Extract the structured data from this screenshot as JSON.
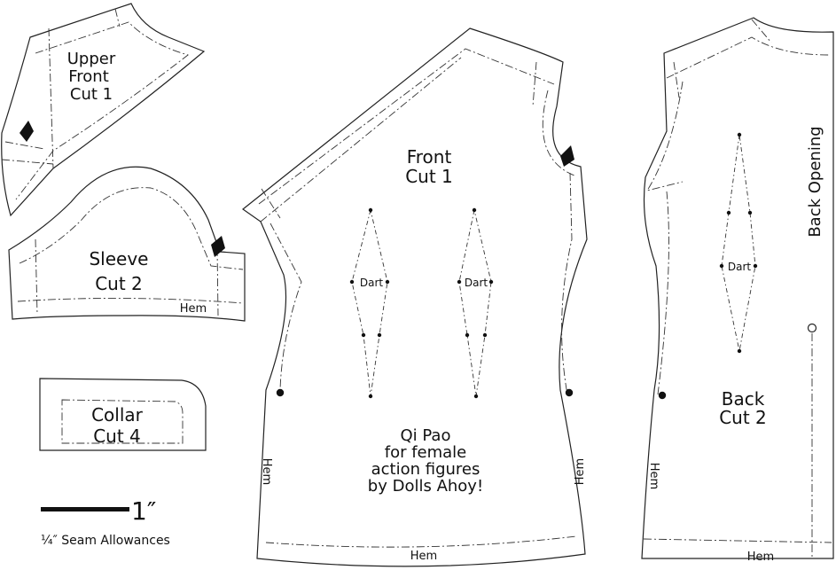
{
  "pieces": {
    "upper_front": {
      "line1": "Upper",
      "line2": "Front",
      "line3": "Cut 1"
    },
    "sleeve": {
      "line1": "Sleeve",
      "line2": "Cut 2",
      "hem": "Hem"
    },
    "collar": {
      "line1": "Collar",
      "line2": "Cut 4"
    },
    "front": {
      "line1": "Front",
      "line2": "Cut 1",
      "dart": "Dart",
      "hem_left": "Hem",
      "hem_right": "Hem",
      "hem_bottom": "Hem"
    },
    "back": {
      "line1": "Back",
      "line2": "Cut 2",
      "dart": "Dart",
      "opening": "Back Opening",
      "hem_side": "Hem",
      "hem_bottom": "Hem"
    }
  },
  "credits": {
    "line1": "Qi Pao",
    "line2": "for female",
    "line3": "action figures",
    "line4": "by Dolls Ahoy!"
  },
  "scale": {
    "label": "1″",
    "seam_note": "¼″ Seam Allowances"
  }
}
